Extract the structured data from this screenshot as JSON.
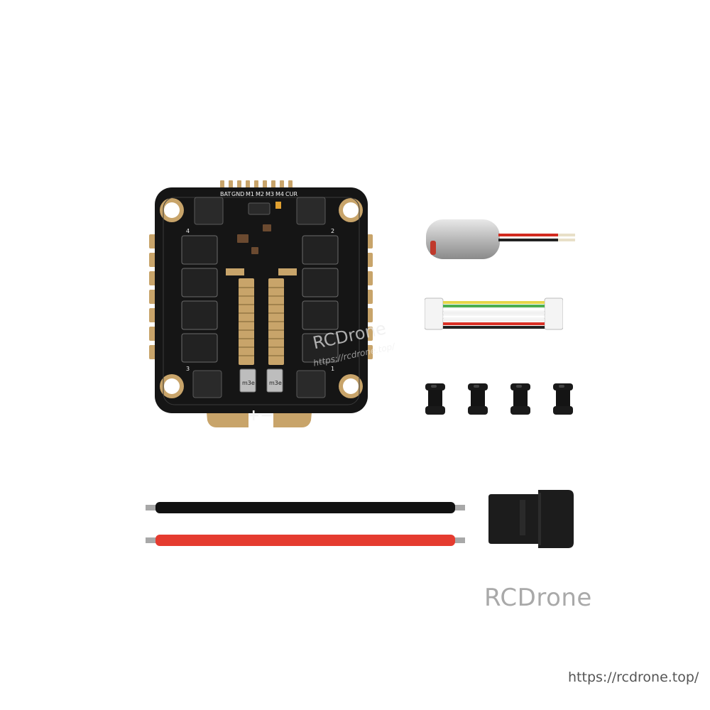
{
  "esc": {
    "pad_labels": [
      "BAT",
      "GND",
      "M1",
      "M2",
      "M3",
      "M4",
      "CUR"
    ],
    "motor_numbers": [
      "4",
      "2",
      "3",
      "1"
    ],
    "power_sign": "+−",
    "component_marks": [
      "m3e",
      "m3e"
    ],
    "board_color": "#151515",
    "pad_color": "#c8a46a"
  },
  "watermark": {
    "overlay_brand": "RCDrone",
    "overlay_url": "https://rcdrone.top/"
  },
  "footer": {
    "brand": "RCDrone",
    "url": "https://rcdrone.top/"
  },
  "accessories": {
    "capacitor_icon": "capacitor",
    "signal_cable_icon": "jst-signal-cable",
    "grommet_count": 4,
    "power_lead_colors": [
      "#111111",
      "#e53b2f"
    ],
    "connector_icon": "xt60-connector"
  }
}
